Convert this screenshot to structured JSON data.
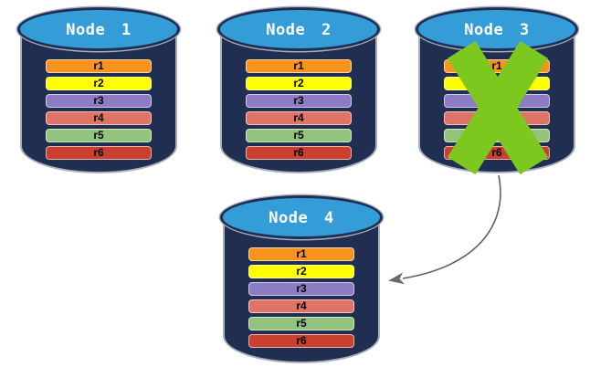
{
  "nodes": [
    {
      "label": "Node 1",
      "failed": false,
      "rows": [
        "r1",
        "r2",
        "r3",
        "r4",
        "r5",
        "r6"
      ]
    },
    {
      "label": "Node 2",
      "failed": false,
      "rows": [
        "r1",
        "r2",
        "r3",
        "r4",
        "r5",
        "r6"
      ]
    },
    {
      "label": "Node 3",
      "failed": true,
      "rows": [
        "r1",
        "r2",
        "r3",
        "r4",
        "r5",
        "r6"
      ]
    },
    {
      "label": "Node 4",
      "failed": false,
      "rows": [
        "r1",
        "r2",
        "r3",
        "r4",
        "r5",
        "r6"
      ]
    }
  ],
  "row_colors": {
    "r1": "#F7941D",
    "r2": "#FFFF00",
    "r3": "#8C7CC3",
    "r4": "#DE7465",
    "r5": "#93C47D",
    "r6": "#C9402E"
  },
  "failure_marker": {
    "node": "Node 3",
    "symbol": "X",
    "color": "#7DC81E"
  },
  "arrow_connection": {
    "from": "Node 3",
    "to": "Node 4",
    "color": "#5F5F5F"
  },
  "colors": {
    "cylinder_body": "#1F2E51",
    "cylinder_top": "#349DD8",
    "cylinder_outline": "#A9B0BC",
    "title_text": "#FFFFFF",
    "row_label": "#000000",
    "background": "#FFFFFF"
  }
}
